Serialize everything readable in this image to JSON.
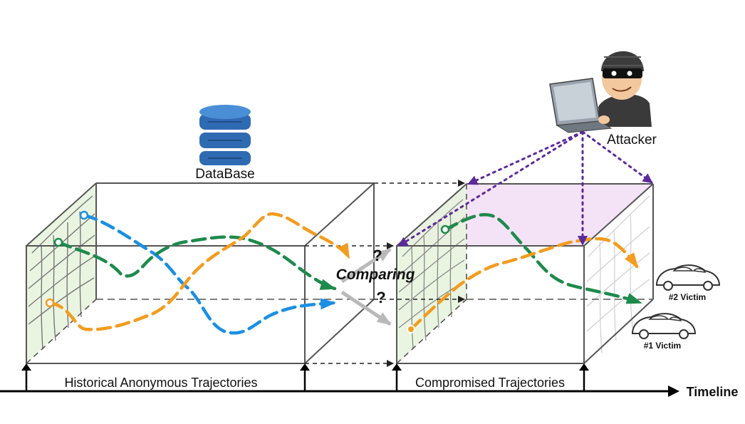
{
  "labels": {
    "database": "DataBase",
    "attacker": "Attacker",
    "comparing": "Comparing",
    "question": "?",
    "historical": "Historical Anonymous Trajectories",
    "compromised": "Compromised Trajectories",
    "timeline": "Timeline",
    "victim2": "#2 Victim",
    "victim1": "#1 Victim"
  },
  "colors": {
    "blue": "#1a8fe3",
    "green": "#1e8a4c",
    "orange": "#f39c1f",
    "purple": "#5b2a9c",
    "question": "#e53b2c",
    "cube_edge": "#555555",
    "plane_fill": "#e6f3dc",
    "attack_fill": "#f1dcf5"
  },
  "icons": {
    "database": "database-icon",
    "attacker": "hacker-icon",
    "car": "car-icon"
  }
}
